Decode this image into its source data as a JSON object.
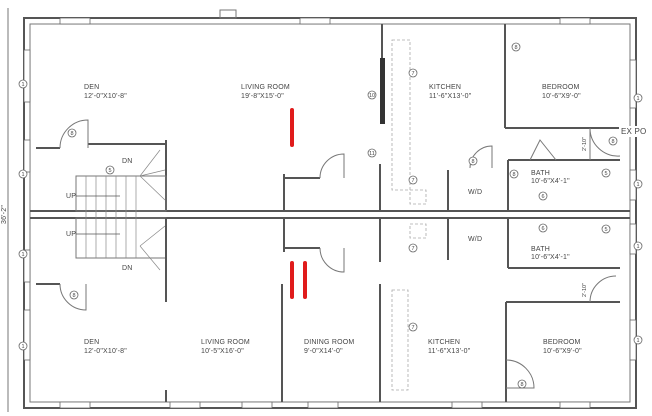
{
  "plan": {
    "dimension_label": "36'-2\"",
    "exterior_label": "EX PO",
    "upper_unit": {
      "den": {
        "name": "DEN",
        "size": "12'-0\"X10'-8\""
      },
      "living": {
        "name": "LIVING ROOM",
        "size": "19'-8\"X15'-0\""
      },
      "kitchen": {
        "name": "KITCHEN",
        "size": "11'-6\"X13'-0\""
      },
      "bedroom": {
        "name": "BEDROOM",
        "size": "10'-6\"X9'-0\""
      },
      "bath": {
        "name": "BATH",
        "size": "10'-6\"X4'-1\""
      },
      "wd": "W/D",
      "stair_dn": "DN",
      "stair_up": "UP"
    },
    "lower_unit": {
      "den": {
        "name": "DEN",
        "size": "12'-0\"X10'-8\""
      },
      "living": {
        "name": "LIVING ROOM",
        "size": "10'-5\"X16'-0\""
      },
      "dining": {
        "name": "DINING ROOM",
        "size": "9'-0\"X14'-0\""
      },
      "kitchen": {
        "name": "KITCHEN",
        "size": "11'-6\"X13'-0\""
      },
      "bedroom": {
        "name": "BEDROOM",
        "size": "10'-6\"X9'-0\""
      },
      "bath": {
        "name": "BATH",
        "size": "10'-6\"X4'-1\""
      },
      "wd": "W/D",
      "stair_dn": "DN",
      "stair_up": "UP"
    },
    "closet_width": "2'-10\"",
    "tags": {
      "window": "1",
      "door": "8",
      "stair": "5",
      "bath": "6",
      "kitchen": "7",
      "appliance": "10",
      "misc": "11"
    },
    "marker_color": "#e01b1b"
  }
}
